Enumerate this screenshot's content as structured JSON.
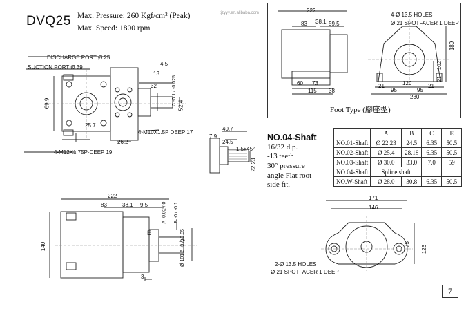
{
  "header": {
    "model": "DVQ25",
    "max_pressure": "Max. Pressure: 260 Kgf/cm² (Peak)",
    "max_speed": "Max. Speed: 1800 rpm",
    "watermark": "tjzyyy.en.alibaba.com"
  },
  "front_view": {
    "discharge_port": "DISCHARGE PORT Ø 25",
    "suction_port": "SUCTION PORT Ø 39",
    "dim_69_9": "69.9",
    "dim_25_7": "25.7",
    "dim_26_2": "26.2",
    "bolt_small": "4-M10X1.5P DEEP 17",
    "bolt_large": "4-M12X1.75P-DEEP 19",
    "dim_4_5": "4.5",
    "dim_13": "13",
    "dim_32": "32",
    "dim_c_tol": "C -0.1 / -0.025",
    "dim_52_4": "52.4"
  },
  "foot_view": {
    "dims_top": [
      "222",
      "83",
      "38.1",
      "59.5"
    ],
    "dims_bottom": [
      "60",
      "73",
      "115",
      "38"
    ],
    "holes": "4-Ø 13.5 HOLES",
    "spotfacer": "Ø 21 SPOTFACER 1 DEEP",
    "dims_right": [
      "189",
      "102",
      "21"
    ],
    "dims_base": [
      "21",
      "95",
      "120",
      "95",
      "21",
      "230"
    ],
    "caption": "Foot Type (腳座型)"
  },
  "shaft_detail": {
    "dims": [
      "40.7",
      "24.5",
      "1.5x45°",
      "7.9",
      "22.23"
    ],
    "title": "NO.04-Shaft",
    "lines": [
      "16/32 d.p.",
      "-13 teeth",
      "30°  pressure",
      "angle Flat root",
      "side fit."
    ]
  },
  "shaft_table": {
    "headers": [
      "",
      "A",
      "B",
      "C",
      "E"
    ],
    "rows": [
      {
        "name": "NO.01-Shaft",
        "A": "Ø 22.23",
        "B": "24.5",
        "C": "6.35",
        "E": "50.5"
      },
      {
        "name": "NO.02-Shaft",
        "A": "Ø 25.4",
        "B": "28.18",
        "C": "6.35",
        "E": "50.5"
      },
      {
        "name": "NO.03-Shaft",
        "A": "Ø 30.0",
        "B": "33.0",
        "C": "7.0",
        "E": "59"
      },
      {
        "name": "NO.04-Shaft",
        "span": "Spline shaft"
      },
      {
        "name": "NO.W-Shaft",
        "A": "Ø 28.0",
        "B": "30.8",
        "C": "6.35",
        "E": "50.5"
      }
    ]
  },
  "side_view": {
    "dims_top": [
      "222",
      "83",
      "38.1",
      "9.5"
    ],
    "dim_140": "140",
    "dim_e": "E",
    "dim_3": "3",
    "dim_a": "A -0.02 / 0",
    "dim_b": "B -0 / -0.1",
    "dim_101_6": "Ø 101.6 -0 / -0.05",
    "dim_9": "9"
  },
  "flange_view": {
    "dims": [
      "171",
      "146",
      "75",
      "126"
    ],
    "holes": "2-Ø 13.5 HOLES",
    "spotfacer": "Ø 21 SPOTFACER 1 DEEP"
  },
  "page_number": "7"
}
